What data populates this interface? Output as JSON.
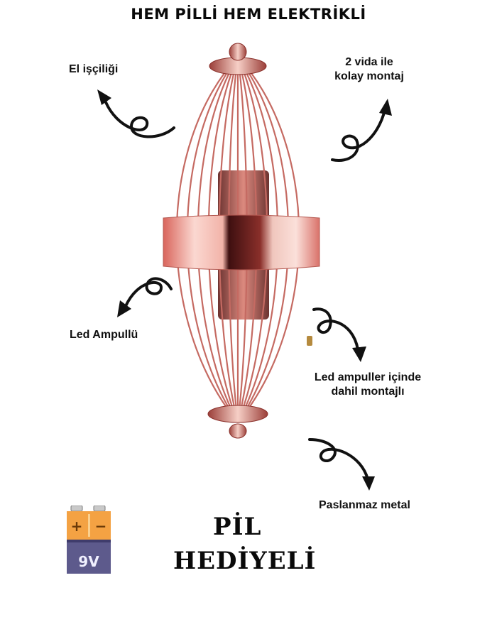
{
  "title": "HEM PİLLİ HEM ELEKTRİKLİ",
  "callouts": {
    "handmade": "El işçiliği",
    "mount_line1": "2 vida ile",
    "mount_line2": "kolay montaj",
    "led": "Led Ampullü",
    "led_inside_line1": "Led ampuller içinde",
    "led_inside_line2": "dahil montajlı",
    "stainless": "Paslanmaz metal"
  },
  "battery": {
    "plus": "+",
    "minus": "−",
    "voltage": "9V"
  },
  "gift": {
    "line1": "PİL",
    "line2": "HEDİYELİ"
  },
  "colors": {
    "rose_gold": "#e8a08f",
    "rose_dark": "#8a2f2a",
    "battery_orange": "#f4a243",
    "battery_purple": "#5d5a8c"
  },
  "icons": [
    "curved-arrow-icon",
    "battery-9v-icon"
  ]
}
